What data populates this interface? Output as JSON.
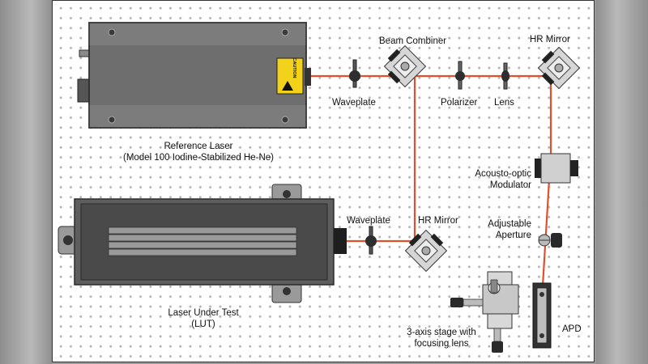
{
  "labels": {
    "reference_laser": {
      "line1": "Reference Laser",
      "line2": "(Model 100 Iodine-Stabilized He-Ne)"
    },
    "caution_sticker": "CAUTION",
    "beam_combiner": "Beam Combiner",
    "hr_mirror_top": "HR Mirror",
    "waveplate_top": "Waveplate",
    "polarizer": "Polarizer",
    "lens": "Lens",
    "aom": {
      "line1": "Acousto-optic",
      "line2": "Modulator"
    },
    "aperture": {
      "line1": "Adjustable",
      "line2": "Aperture"
    },
    "waveplate_bottom": "Waveplate",
    "hr_mirror_bottom": "HR Mirror",
    "laser_under_test": {
      "line1": "Laser Under Test",
      "line2": "(LUT)"
    },
    "stage": {
      "line1": "3-axis stage with",
      "line2": "focusing lens"
    },
    "apd": "APD"
  },
  "colors": {
    "beam": "#e0502a",
    "laser_body": "#6e6e6e",
    "laser_dark": "#4a4a4a",
    "mount_light": "#d6d6d6",
    "caution_yellow": "#f2d21b"
  }
}
